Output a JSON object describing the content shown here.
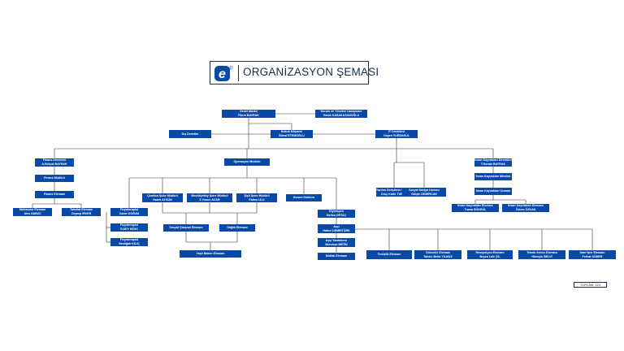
{
  "header": {
    "title": "ORGANİZASYON ŞEMASI",
    "logo_glyph": "e",
    "logo_mark": "®",
    "brand_color": "#0a4aa6"
  },
  "total": {
    "label": "TOPLAM: 123"
  },
  "nodes": {
    "gm": [
      "Genel Müdür",
      "Fikret BAYRAK"
    ],
    "kurum": [
      "Kurum ve Yöneten Danışmanı",
      "Sadık KARAKAZANOĞLU"
    ],
    "hukuk": [
      "Hukuk Müşaviri",
      "Bünat ETEMOĞLU"
    ],
    "disdenetim": [
      "Dış Denetim"
    ],
    "it": [
      "IT Direktörü",
      "Ozgen YURDAKUL"
    ],
    "finans_dir": [
      "Finans Direktörü",
      "A.Selçuk BAYRAK"
    ],
    "operasyon": [
      "Operasyon Müdürü"
    ],
    "ik_dir": [
      "İnsan Kaynakları Direktörü",
      "T.Serdar BAYRAK"
    ],
    "finans_mud": [
      "Finans Müdürü"
    ],
    "finans_elem": [
      "Finans Elemanı"
    ],
    "muhasebe": [
      "Muhasebe Elemanı",
      "Alev SABICI"
    ],
    "tahsilat": [
      "Tahsilat Elemanı",
      "Zeynep İRVER"
    ],
    "yazilim": [
      "Yazılım Geliştirme Uzmanı",
      "Oruç Kadir TURAN"
    ],
    "sosyal_medya": [
      "Sosyal Medya Uzmanı",
      "Gülşin DEMİRCAN"
    ],
    "ik_mud": [
      "İnsan Kaynakları Müdürü"
    ],
    "ik_uzman": [
      "İnsan Kaynakları Uzmanı"
    ],
    "ik_elem1": [
      "İnsan Kaynakları Elemanı",
      "Tuana SÖNGÜL"
    ],
    "ik_elem2": [
      "İnsan Kaynakları Elemanı",
      "Özlem ÖZKAN"
    ],
    "camlica": [
      "Çamlıca Şube Müdürü",
      "Hamit AYGÜN"
    ],
    "mecidiyekoy": [
      "Mecidiyeköy Şube Müdürü",
      "Z.Yunus ACAR"
    ],
    "sisli": [
      "Şişli Şube Müdürü",
      "Fatma ULU"
    ],
    "kurum_doktoru": [
      "Kurum Doktoru"
    ],
    "fizyo1": [
      "Fizyoterapist",
      "Caner DOĞAN"
    ],
    "fizyo2": [
      "Fizyoterapist",
      "İLDEY NİCKİ"
    ],
    "fizyo3": [
      "Fizyoterapist",
      "Nesliğah KILIÇ"
    ],
    "sosyal_calisma": [
      "Sosyal Çalışma Elemanı"
    ],
    "saglik": [
      "Sağlık Elemanı"
    ],
    "yasli_bakim": [
      "Yaşlı Bakım Elemanı"
    ],
    "diyetisyen": [
      "Diyetisyen",
      "Melisa ORTAÇ"
    ],
    "asci": [
      "Aşçı",
      "Hatice DEMİRTÜRK"
    ],
    "asci_yard": [
      "Aşçı Yardımcısı",
      "Menekşe METİN"
    ],
    "mutfak": [
      "Mutfak Elemanı"
    ],
    "temizlik": [
      "Temizlik Elemanı"
    ],
    "guvenlik": [
      "Güvenlik Elemanı",
      "Tahsin Bekir YILMAZ"
    ],
    "resepsiyon": [
      "Resepsiyon Elemanı",
      "Beyza Lale ÇİL"
    ],
    "teknik": [
      "Teknik Servis Elemanı",
      "Hüseyin BELVİ"
    ],
    "idari": [
      "İdari İşler Elemanı",
      "Ferhat SÜMER"
    ]
  }
}
